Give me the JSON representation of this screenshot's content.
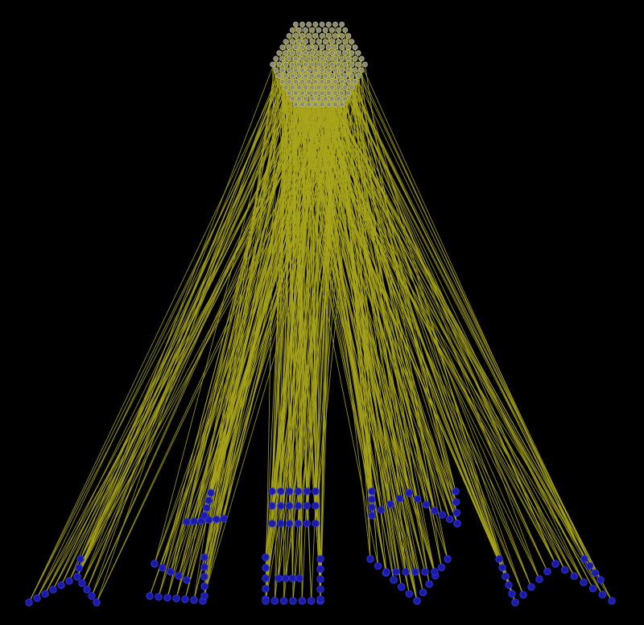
{
  "colors": {
    "background": "#000000",
    "edge": "#a8a41c",
    "source_node": "#8a8a6e",
    "source_node_edge": "#c9c7a8",
    "target_node": "#1b1ba8",
    "target_node_edge": "#3434e0"
  },
  "diagram": {
    "type": "network-graph",
    "source_cluster": "hexagonal-node-grid",
    "target_clusters": [
      "glyph-group-1",
      "glyph-group-2",
      "glyph-group-3",
      "glyph-group-4",
      "glyph-group-5"
    ]
  }
}
